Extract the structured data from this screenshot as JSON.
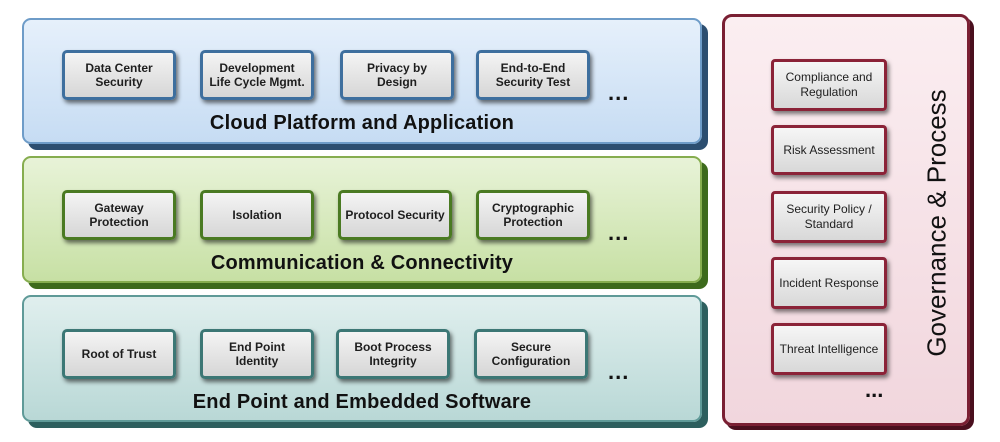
{
  "layers": {
    "cloud": {
      "title": "Cloud Platform and Application",
      "items": [
        "Data Center Security",
        "Development Life Cycle Mgmt.",
        "Privacy by Design",
        "End-to-End Security Test"
      ],
      "more": "..."
    },
    "comm": {
      "title": "Communication & Connectivity",
      "items": [
        "Gateway Protection",
        "Isolation",
        "Protocol Security",
        "Cryptographic Protection"
      ],
      "more": "..."
    },
    "endpoint": {
      "title": "End Point and Embedded Software",
      "items": [
        "Root of Trust",
        "End Point Identity",
        "Boot Process Integrity",
        "Secure Configuration"
      ],
      "more": "..."
    }
  },
  "governance": {
    "title": "Governance & Process",
    "items": [
      "Compliance and Regulation",
      "Risk Assessment",
      "Security Policy / Standard",
      "Incident Response",
      "Threat Intelligence"
    ],
    "more": "..."
  },
  "colors": {
    "cloud": "#c6dcf3",
    "comm": "#c7e0a4",
    "endpoint": "#b9d8d6",
    "governance": "#f1d6dd",
    "governance_border": "#7a1f33"
  }
}
